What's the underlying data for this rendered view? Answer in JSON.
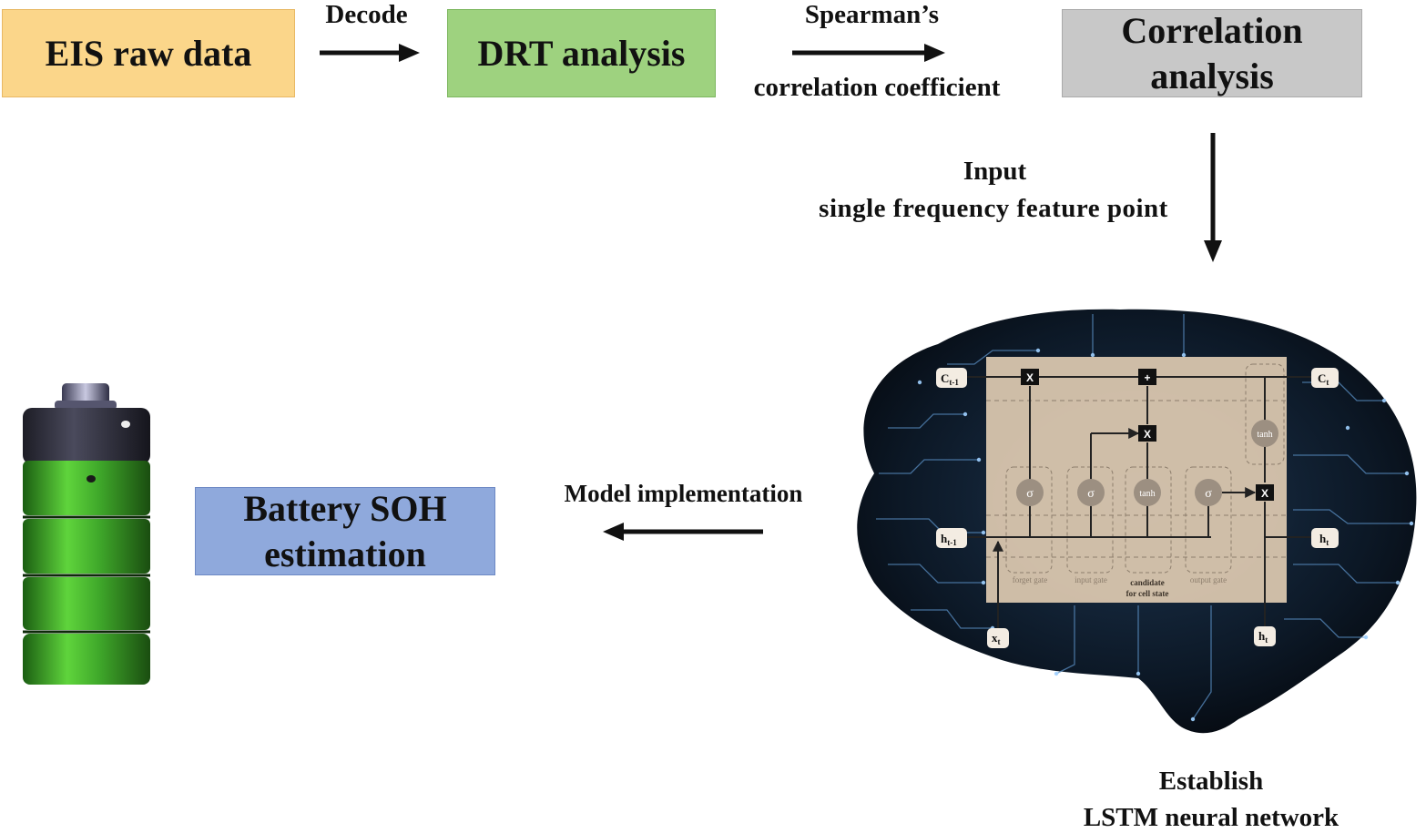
{
  "boxes": {
    "eis": "EIS raw data",
    "drt": "DRT analysis",
    "correlation_line1": "Correlation",
    "correlation_line2": "analysis",
    "soh_line1": "Battery SOH",
    "soh_line2": "estimation"
  },
  "arrows": {
    "decode": "Decode",
    "spearman_line1": "Spearman’s",
    "spearman_line2": "correlation coefficient",
    "input_line1": "Input",
    "input_line2": "single frequency feature point",
    "model": "Model implementation"
  },
  "lstm": {
    "caption_line1": "Establish",
    "caption_line2": "LSTM neural network",
    "c_prev": "C",
    "c_prev_sub": "t-1",
    "c_next": "C",
    "c_next_sub": "t",
    "h_prev": "h",
    "h_prev_sub": "t-1",
    "h_next": "h",
    "h_next_sub": "t",
    "x_in": "x",
    "x_in_sub": "t",
    "h_out": "h",
    "h_out_sub": "t",
    "sigma": "σ",
    "tanh": "tanh",
    "mult": "X",
    "plus": "+",
    "forget_gate": "forget gate",
    "input_gate": "input gate",
    "candidate_line1": "candidate",
    "candidate_line2": "for cell state",
    "output_gate": "output gate"
  },
  "colors": {
    "eis_box": "#fbd68a",
    "drt_box": "#9ed27f",
    "correlation_box": "#c8c8c8",
    "soh_box": "#8fa9dc",
    "brain": "#0a1420",
    "circuit": "#5a8fc4",
    "lstm_panel": "#d9c6ae",
    "battery_green": "#3fa82a"
  }
}
